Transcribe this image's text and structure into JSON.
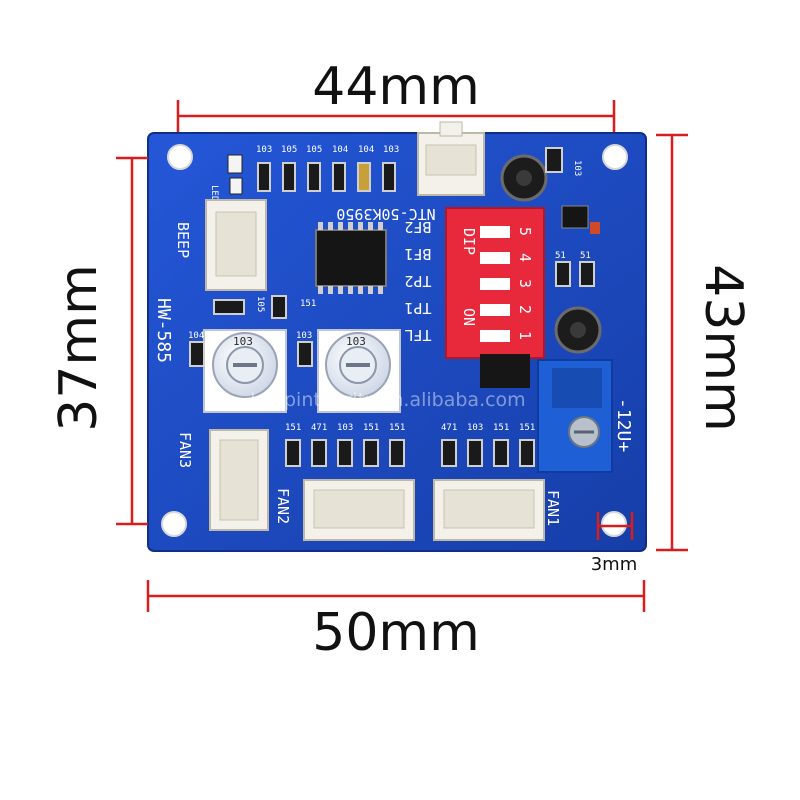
{
  "dimensions": {
    "top_width": "44mm",
    "bottom_width": "50mm",
    "left_height": "37mm",
    "right_height": "43mm",
    "hole_offset": "3mm"
  },
  "board": {
    "model": "HW-585",
    "beep": "BEEP",
    "led": "LED",
    "ntc": "NTC-50K3950",
    "dip": "DIP",
    "on": "ON",
    "dip_numbers": [
      "1",
      "2",
      "3",
      "4",
      "5"
    ],
    "dip_labels": [
      "BF2",
      "BF1",
      "TP2",
      "TP1",
      "TFL"
    ],
    "fan1": "FAN1",
    "fan2": "FAN2",
    "fan3": "FAN3",
    "power": "-12U+",
    "pot_code": "103",
    "resistor_codes_top": [
      "103",
      "105",
      "105",
      "104",
      "104",
      "103"
    ],
    "resistor_codes_mid": [
      "151",
      "471",
      "103",
      "151",
      "151"
    ],
    "resistor_codes_right": [
      "471",
      "103",
      "151",
      "151"
    ],
    "misc_codes": [
      "104",
      "105",
      "151",
      "103",
      "51",
      "51"
    ]
  },
  "watermark": "keepintegrity.en.alibaba.com",
  "colors": {
    "pcb": "#1b48c8",
    "dimension_line": "#d91c1c",
    "dip_switch": "#e8283b",
    "terminal": "#1f5fd6"
  }
}
